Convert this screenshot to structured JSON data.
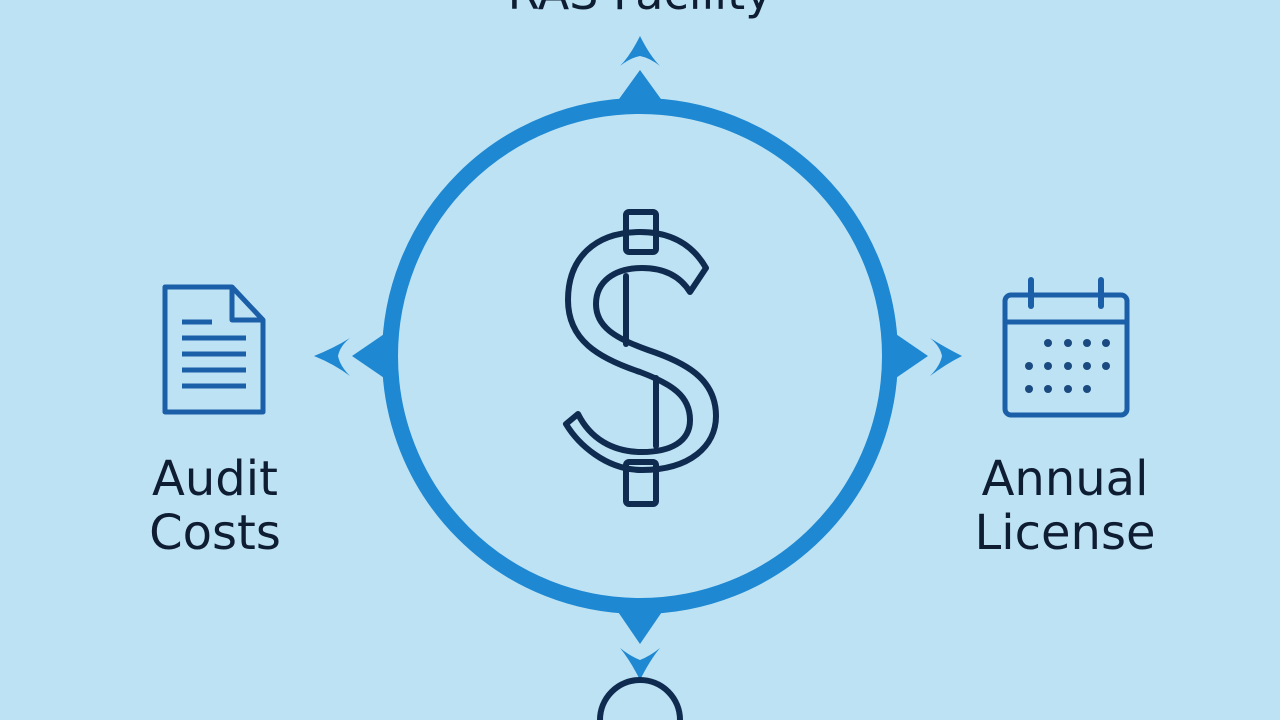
{
  "diagram": {
    "top_label": "RAS Facility",
    "center_icon": "dollar-icon",
    "left": {
      "icon": "document-icon",
      "line1": "Audit",
      "line2": "Costs"
    },
    "right": {
      "icon": "calendar-icon",
      "line1": "Annual",
      "line2": "License"
    },
    "colors": {
      "background": "#bde2f4",
      "ring": "#1e88d2",
      "icon_stroke": "#0f2b4f",
      "text": "#0f1d33"
    }
  }
}
